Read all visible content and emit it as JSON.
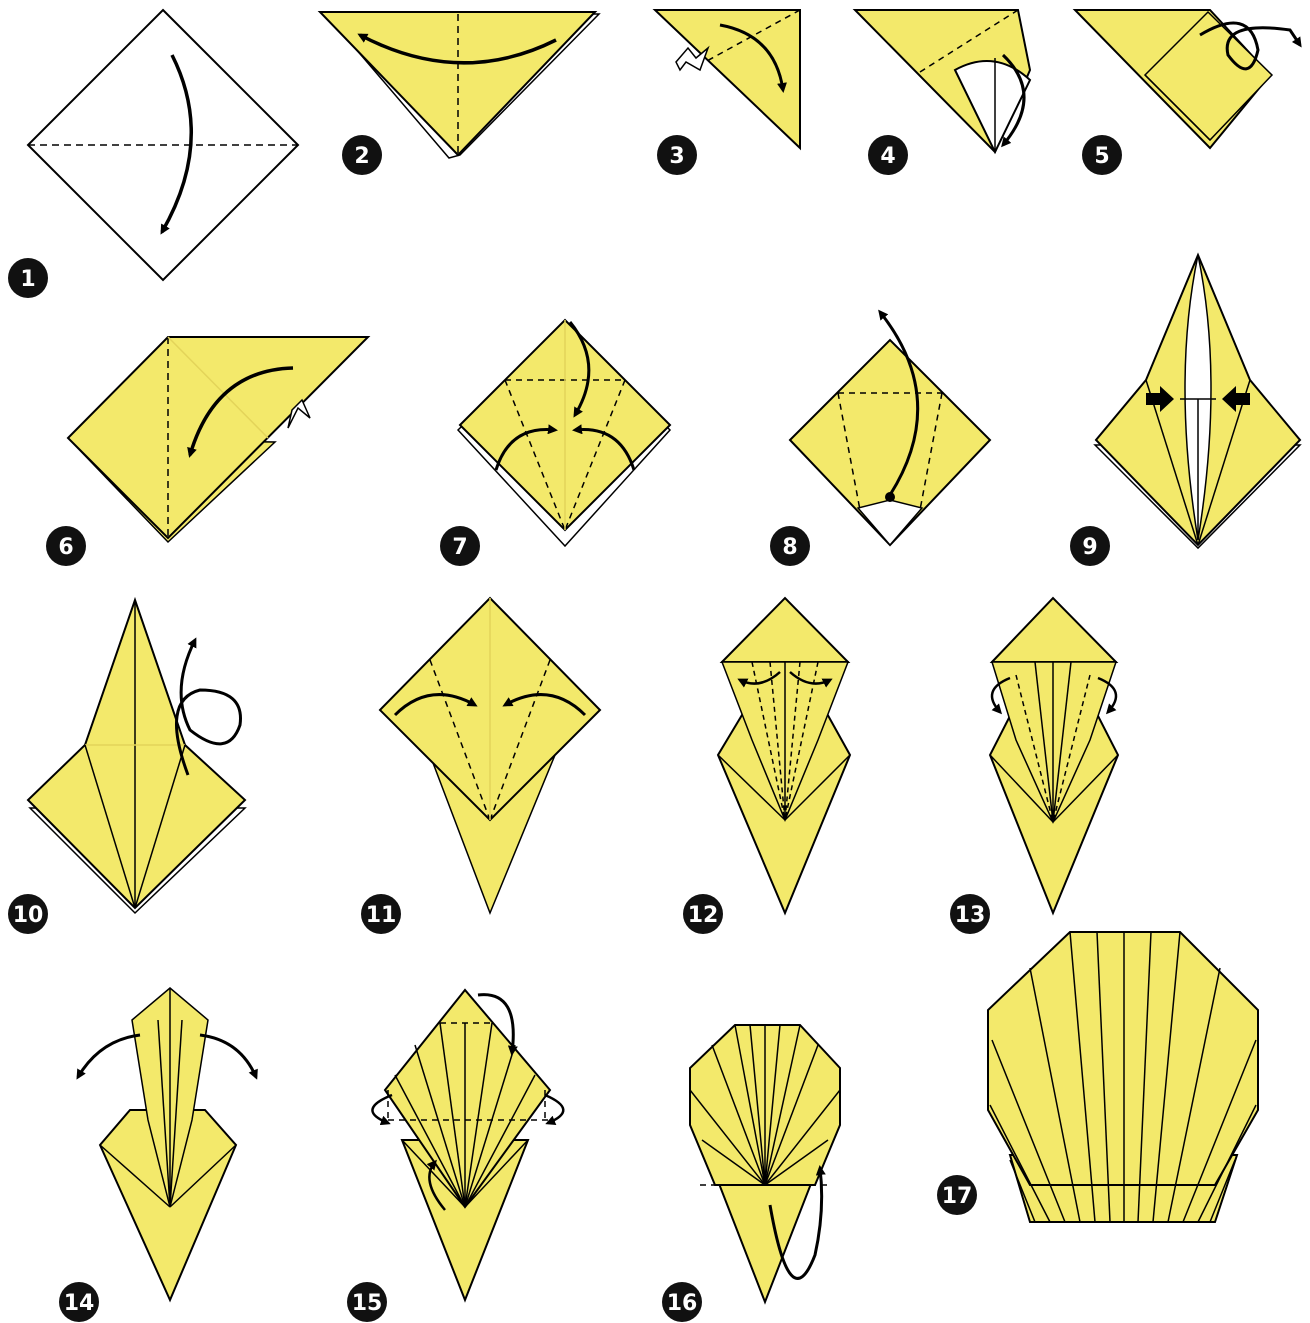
{
  "colors": {
    "paper": "#f3e96b",
    "paper_back": "#ffffff",
    "line": "#000000",
    "badge": "#111111",
    "crease": "#e3d45a"
  },
  "steps": [
    {
      "number": "1"
    },
    {
      "number": "2"
    },
    {
      "number": "3"
    },
    {
      "number": "4"
    },
    {
      "number": "5"
    },
    {
      "number": "6"
    },
    {
      "number": "7"
    },
    {
      "number": "8"
    },
    {
      "number": "9"
    },
    {
      "number": "10"
    },
    {
      "number": "11"
    },
    {
      "number": "12"
    },
    {
      "number": "13"
    },
    {
      "number": "14"
    },
    {
      "number": "15"
    },
    {
      "number": "16"
    },
    {
      "number": "17"
    }
  ]
}
